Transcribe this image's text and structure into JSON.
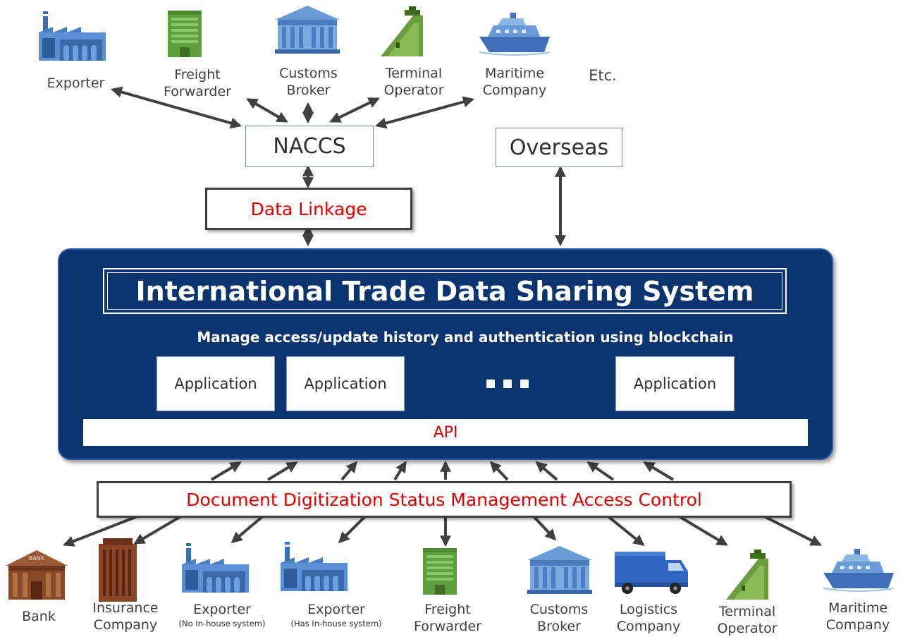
{
  "top_actors": [
    {
      "line1": "Exporter",
      "line2": ""
    },
    {
      "line1": "Freight",
      "line2": "Forwarder"
    },
    {
      "line1": "Customs",
      "line2": "Broker"
    },
    {
      "line1": "Terminal",
      "line2": "Operator"
    },
    {
      "line1": "Maritime",
      "line2": "Company"
    },
    {
      "line1": "Etc.",
      "line2": ""
    }
  ],
  "naccs_label": "NACCS",
  "overseas_label": "Overseas",
  "data_linkage_label": "Data Linkage",
  "system": {
    "title": "International Trade Data Sharing System",
    "subtitle": "Manage access/update history and authentication using blockchain",
    "applications": [
      "Application",
      "Application",
      "Application"
    ],
    "api_label": "API"
  },
  "access_control_label": "Document Digitization Status Management Access Control",
  "bottom_actors": [
    {
      "line1": "Bank",
      "line2": "",
      "sub": ""
    },
    {
      "line1": "Insurance",
      "line2": "Company",
      "sub": ""
    },
    {
      "line1": "Exporter",
      "line2": "",
      "sub": "(No In-house system)"
    },
    {
      "line1": "Exporter",
      "line2": "",
      "sub": "(Has In-house system)"
    },
    {
      "line1": "Freight",
      "line2": "Forwarder",
      "sub": ""
    },
    {
      "line1": "Customs",
      "line2": "Broker",
      "sub": ""
    },
    {
      "line1": "Logistics",
      "line2": "Company",
      "sub": ""
    },
    {
      "line1": "Terminal",
      "line2": "Operator",
      "sub": ""
    },
    {
      "line1": "Maritime",
      "line2": "Company",
      "sub": ""
    }
  ],
  "icons": {
    "bank_sign": "BANK",
    "factory": "factory-icon",
    "building": "building-icon",
    "customs": "customs-building-icon",
    "terminal": "terminal-pier-icon",
    "ship": "ship-icon",
    "truck": "truck-icon",
    "bank": "bank-icon",
    "insurance": "insurance-building-icon"
  },
  "colors": {
    "platform": "#0a3470",
    "highlight_text": "#e00000",
    "arrow": "#404040",
    "factory": "#4a7fc4",
    "building_green": "#5f9e3c",
    "brown": "#8a4a2a"
  }
}
